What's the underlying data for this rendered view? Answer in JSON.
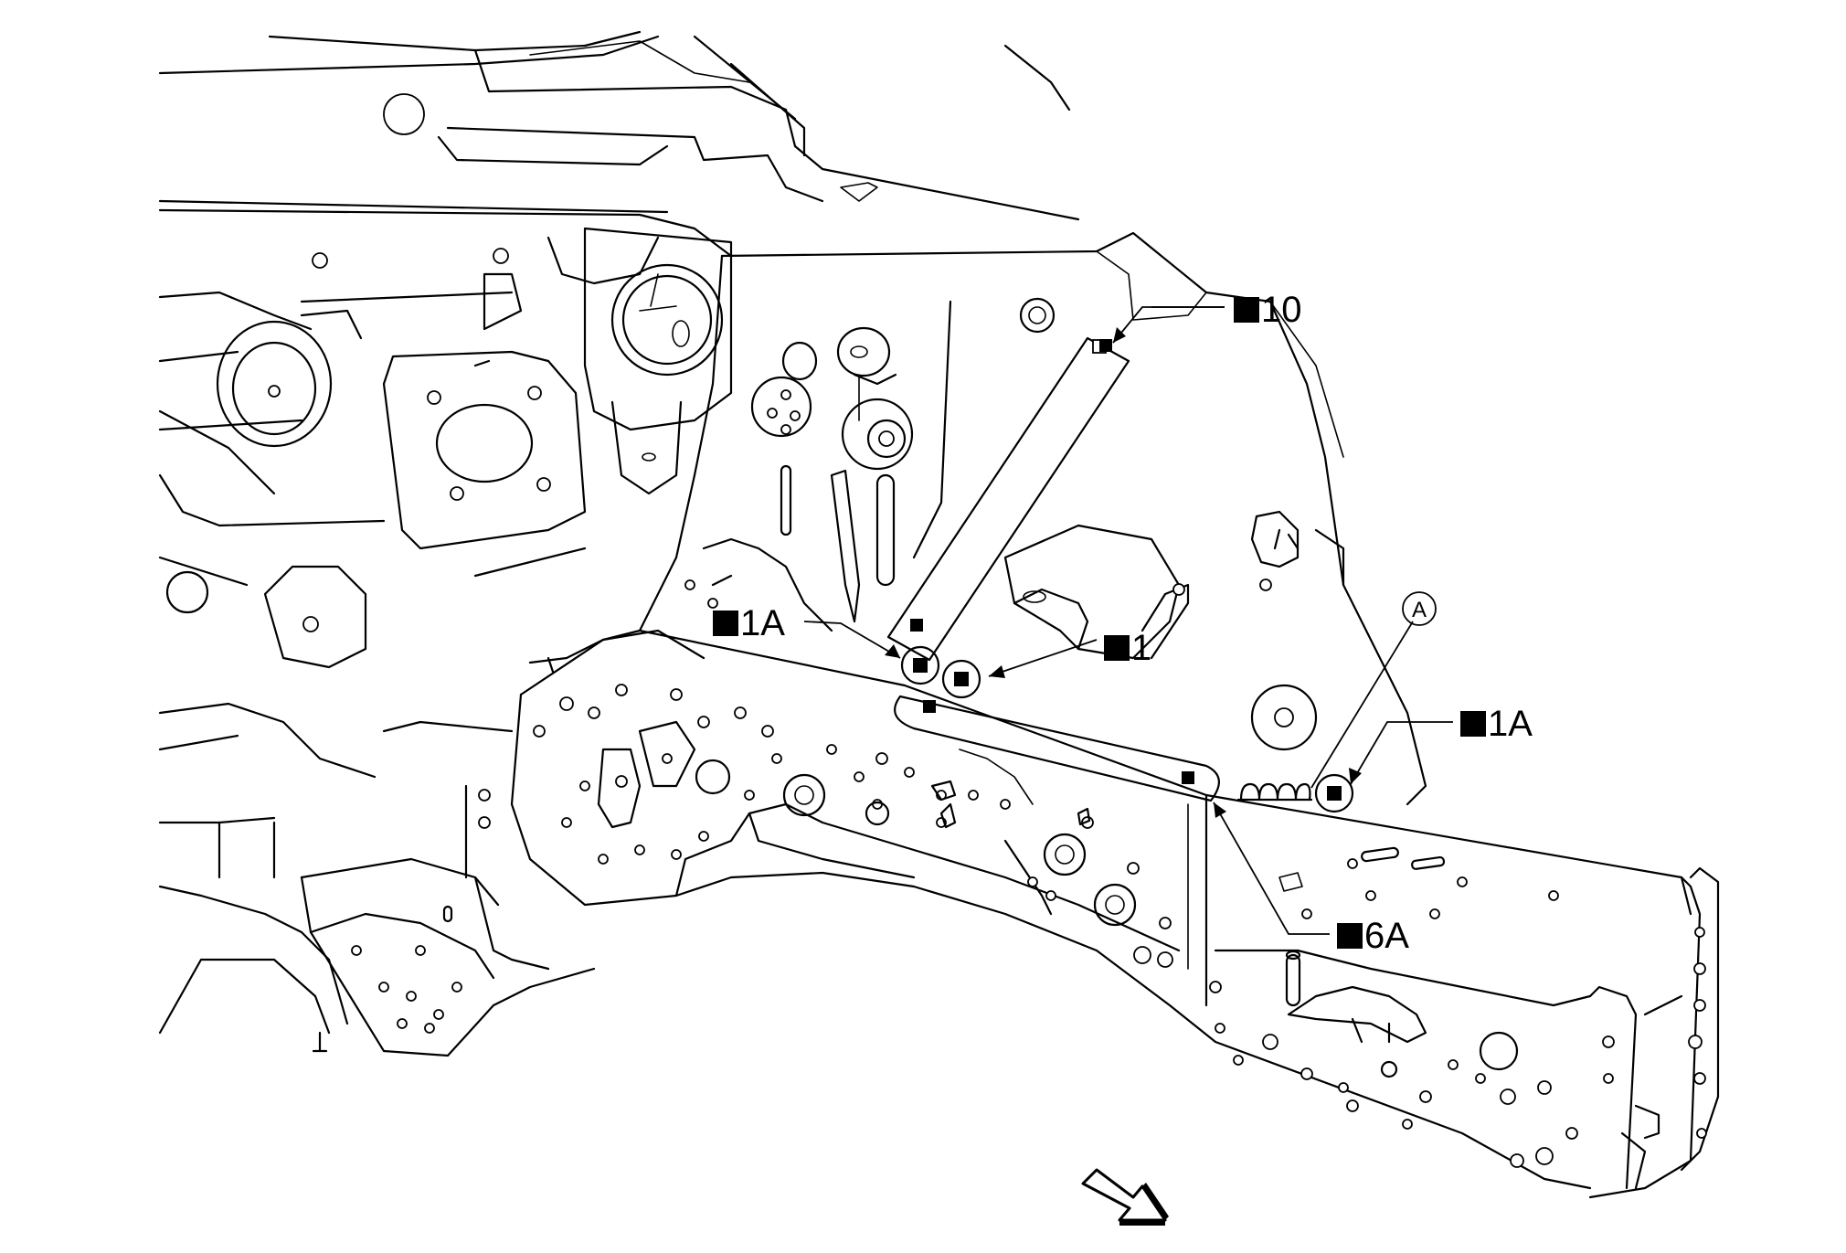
{
  "diagram": {
    "callouts": [
      {
        "id": "c10",
        "text": "10"
      },
      {
        "id": "c1a_left",
        "text": "1A"
      },
      {
        "id": "c1",
        "text": "1"
      },
      {
        "id": "c1a_right",
        "text": "1A"
      },
      {
        "id": "c6a",
        "text": "6A"
      }
    ],
    "circle_label": "A",
    "direction_arrow": "front-arrow-icon"
  }
}
